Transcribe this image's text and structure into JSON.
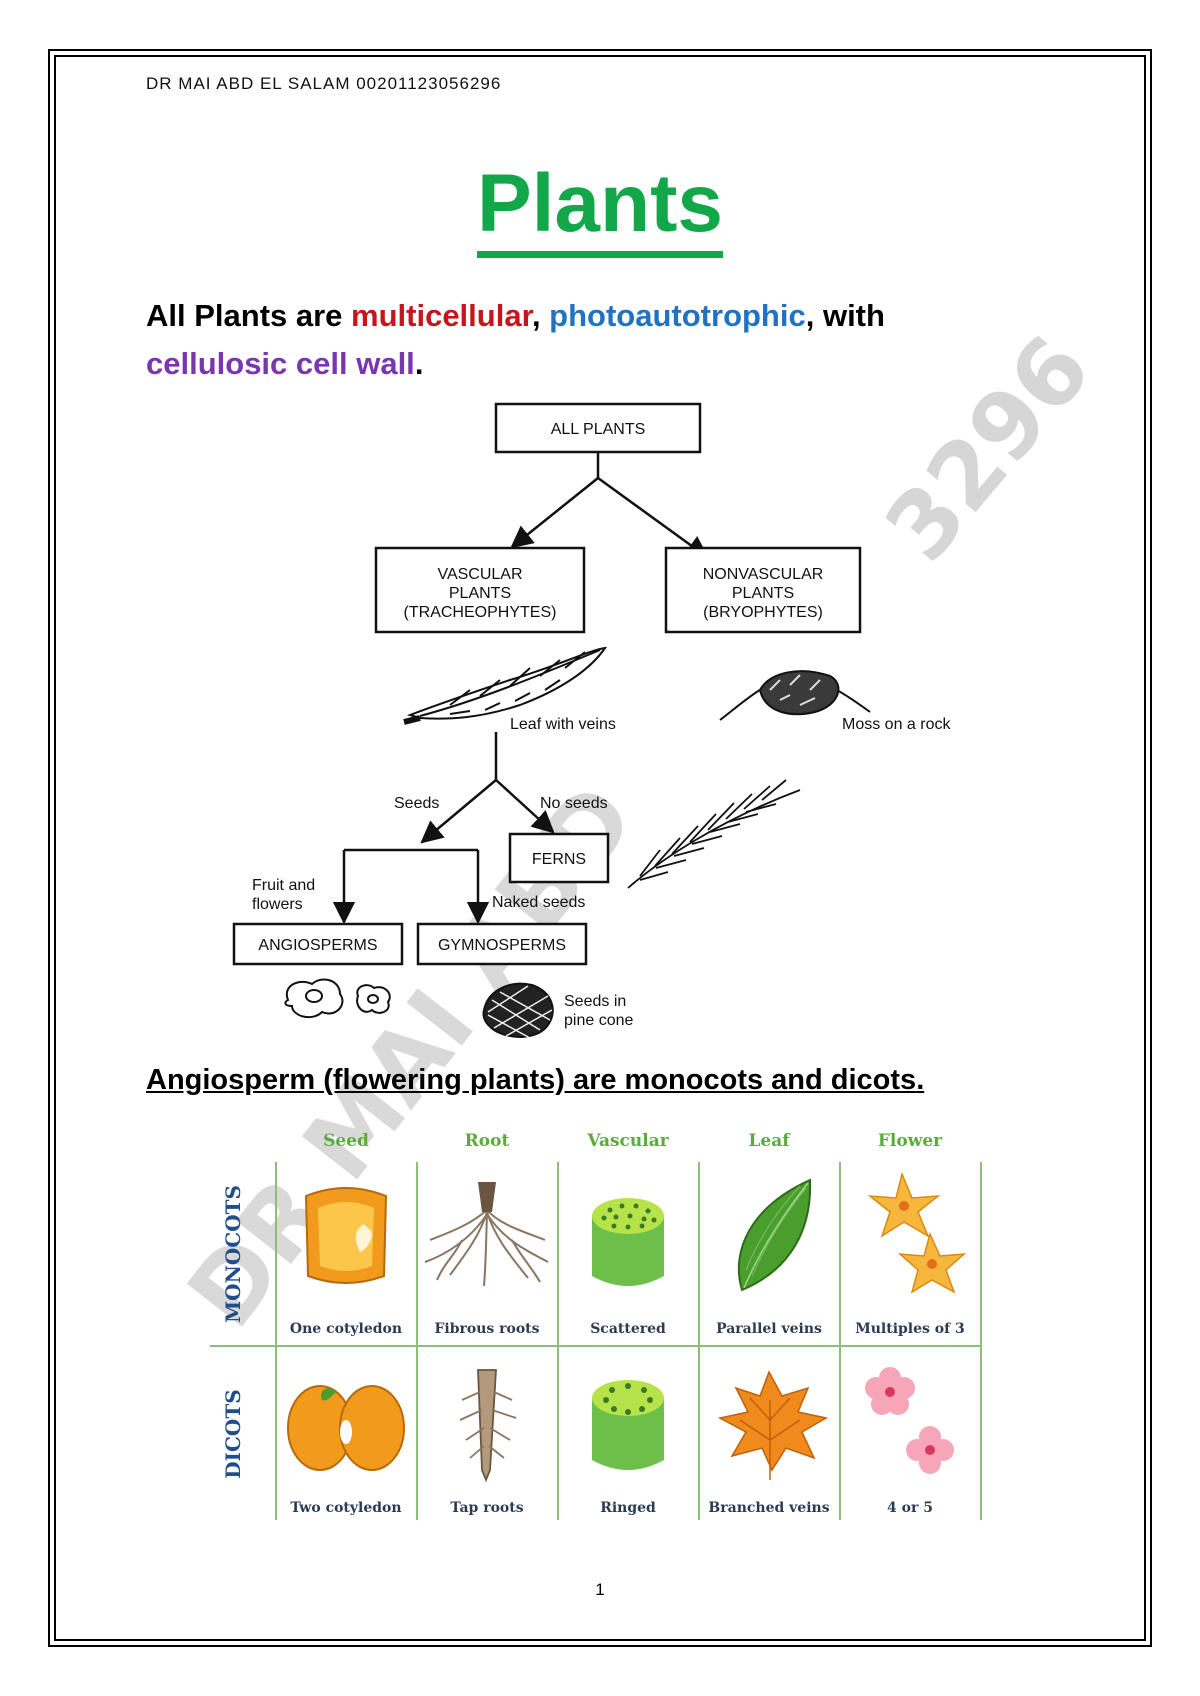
{
  "header": {
    "text": "DR MAI ABD EL SALAM 00201123056296"
  },
  "title": "Plants",
  "intro": {
    "part1": "All Plants are ",
    "multicellular": "multicellular",
    "comma1": ", ",
    "photoautotrophic": "photoautotrophic",
    "part2": ", with",
    "cellulosic": "cellulosic cell wall",
    "period": "."
  },
  "watermark": {
    "right": "3296",
    "left": "DR MAI ABD"
  },
  "tree": {
    "root": "ALL PLANTS",
    "vascular": [
      "VASCULAR",
      "PLANTS",
      "(TRACHEOPHYTES)"
    ],
    "nonvascular": [
      "NONVASCULAR",
      "PLANTS",
      "(BRYOPHYTES)"
    ],
    "leaf_caption": "Leaf with veins",
    "moss_caption": "Moss on a rock",
    "seeds": "Seeds",
    "no_seeds": "No seeds",
    "ferns": "FERNS",
    "fruit_flowers": [
      "Fruit and",
      "flowers"
    ],
    "naked_seeds": "Naked seeds",
    "angiosperms": "ANGIOSPERMS",
    "gymnosperms": "GYMNOSPERMS",
    "pine_caption": [
      "Seeds in",
      "pine cone"
    ]
  },
  "section2": {
    "heading": "Angiosperm (flowering plants) are monocots and dicots",
    "period": "."
  },
  "comparison": {
    "columns": [
      "Seed",
      "Root",
      "Vascular",
      "Leaf",
      "Flower"
    ],
    "rows": [
      {
        "label": "MONOCOTS",
        "cells": [
          "One cotyledon",
          "Fibrous roots",
          "Scattered",
          "Parallel veins",
          "Multiples of 3"
        ]
      },
      {
        "label": "DICOTS",
        "cells": [
          "Two cotyledon",
          "Tap roots",
          "Ringed",
          "Branched veins",
          "4 or 5"
        ]
      }
    ],
    "colors": {
      "header": "#5aab3c",
      "rowlabel": "#1f4e8c",
      "text": "#2b3a55",
      "grid": "#8cc07a"
    }
  },
  "page_number": "1"
}
